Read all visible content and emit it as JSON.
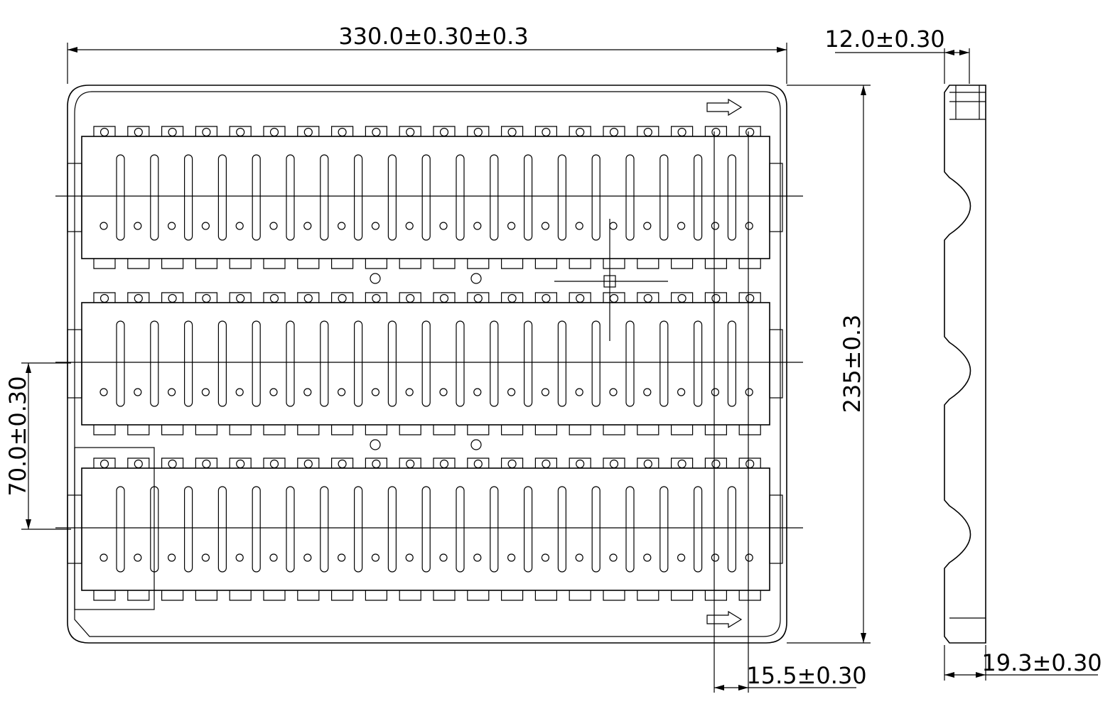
{
  "drawing": {
    "dimensions": {
      "width": "330.0±0.30±0.3",
      "thickness": "12.0±0.30",
      "height": "235±0.3",
      "row_pitch": "70.0±0.30",
      "column_offset": "15.5±0.30",
      "side_depth": "19.3±0.30"
    },
    "tray": {
      "rows": 3,
      "slots_per_row": 19,
      "small_holes_per_row": 20
    }
  }
}
